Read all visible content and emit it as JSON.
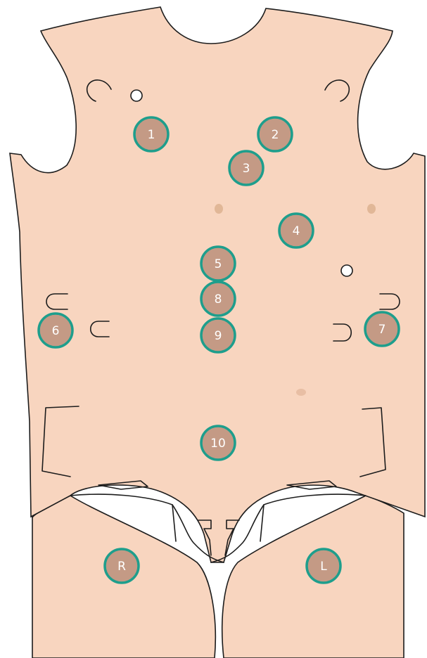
{
  "colors": {
    "skin": "#F8D5BF",
    "marker_fill": "#C49A85",
    "marker_ring": "#1E9E8C",
    "outline": "#1C1C1C",
    "label": "#FFFFFF"
  },
  "markers": [
    {
      "id": "1",
      "label": "1"
    },
    {
      "id": "2",
      "label": "2"
    },
    {
      "id": "3",
      "label": "3"
    },
    {
      "id": "4",
      "label": "4"
    },
    {
      "id": "5",
      "label": "5"
    },
    {
      "id": "8",
      "label": "8"
    },
    {
      "id": "9",
      "label": "9"
    },
    {
      "id": "6",
      "label": "6"
    },
    {
      "id": "7",
      "label": "7"
    },
    {
      "id": "10",
      "label": "10"
    },
    {
      "id": "R",
      "label": "R"
    },
    {
      "id": "L",
      "label": "L"
    }
  ]
}
